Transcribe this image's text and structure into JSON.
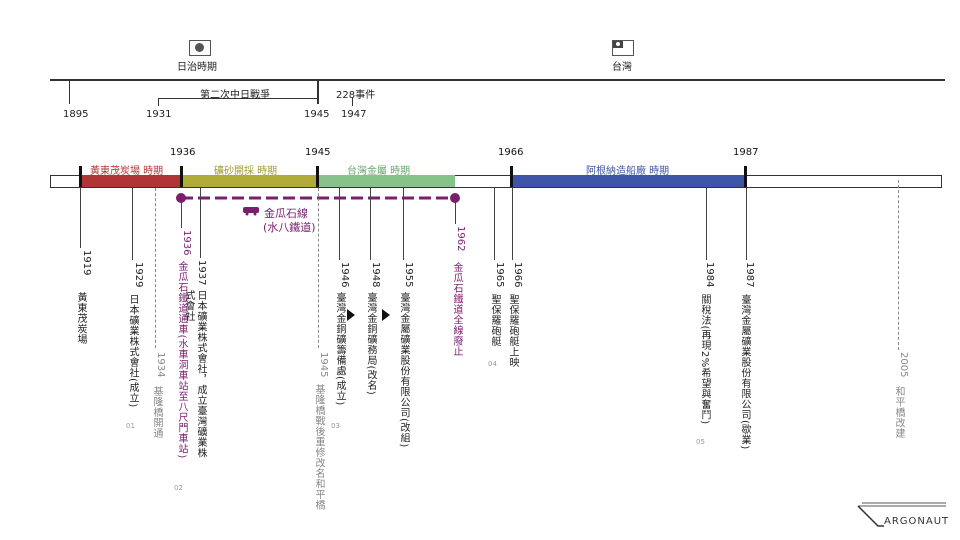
{
  "top_eras": [
    {
      "label": "日治時期",
      "flag": "japan-flag-icon"
    },
    {
      "label": "台灣",
      "flag": "roc-flag-icon"
    }
  ],
  "top_timeline": {
    "years": [
      "1895",
      "1931",
      "1945",
      "1947"
    ],
    "war_label": "第二次中日戰爭",
    "incident_label": "228事件"
  },
  "main_timeline": {
    "boundary_years": [
      "1936",
      "1945",
      "1966",
      "1987"
    ],
    "segments": [
      {
        "label": "黃東茂炭場 時期",
        "color": "#b03535"
      },
      {
        "label": "礦砂開採 時期",
        "color": "#b0aa38"
      },
      {
        "label": "台灣金屬 時期",
        "color": "#86c28a"
      },
      {
        "label": "阿根納造船廠 時期",
        "color": "#3e54a6"
      }
    ],
    "railway_label_1": "金瓜石線",
    "railway_label_2": "(水八鐵道)"
  },
  "events": [
    {
      "year": "1919",
      "text": "黃東茂炭場"
    },
    {
      "year": "1929",
      "text": "日本礦業株式會社(成立)",
      "note": "01"
    },
    {
      "year": "1934",
      "text": "基隆橋開通"
    },
    {
      "year": "1936",
      "text": "金瓜石鐵道通車(水車洞車站至八尺門車站)"
    },
    {
      "year": "1937",
      "text": "日本礦業株式會社，成立臺灣礦業株式會社",
      "note": "02"
    },
    {
      "year": "1945",
      "text": "基隆橋戰後重修改名和平橋"
    },
    {
      "year": "1946",
      "text": "臺灣金銅礦籌備處(成立)",
      "note": "03"
    },
    {
      "year": "1948",
      "text": "臺灣金銅礦務局(改名)"
    },
    {
      "year": "1955",
      "text": "臺灣金屬礦業股份有限公司(改組)"
    },
    {
      "year": "1962",
      "text": "金瓜石鐵道全線廢止"
    },
    {
      "year": "1965",
      "text": "聖保羅砲艇",
      "note": "04"
    },
    {
      "year": "1966",
      "text": "聖保羅砲艇上映"
    },
    {
      "year": "1984",
      "text": "關稅法(再現2%希望與奮鬥)",
      "note": "05"
    },
    {
      "year": "1987",
      "text": "臺灣金屬礦業股份有限公司(歇業)"
    },
    {
      "year": "2005",
      "text": "和平橋改建"
    }
  ],
  "logo": {
    "text": "ARGONAUT"
  }
}
